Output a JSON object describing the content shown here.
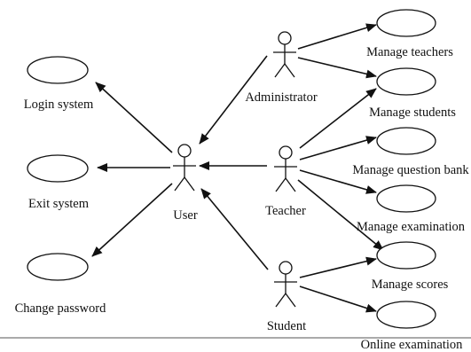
{
  "diagram": {
    "actors": {
      "user": "User",
      "administrator": "Administrator",
      "teacher": "Teacher",
      "student": "Student"
    },
    "use_cases": {
      "login": "Login system",
      "exit": "Exit system",
      "change_password": "Change password",
      "manage_teachers": "Manage teachers",
      "manage_students": "Manage students",
      "manage_question_bank": "Manage question bank",
      "manage_examination": "Manage examination",
      "manage_scores": "Manage scores",
      "online_examination": "Online examination"
    },
    "relations": [
      {
        "from": "user",
        "to": "login"
      },
      {
        "from": "user",
        "to": "exit"
      },
      {
        "from": "user",
        "to": "change_password"
      },
      {
        "from": "administrator",
        "to": "user"
      },
      {
        "from": "teacher",
        "to": "user"
      },
      {
        "from": "student",
        "to": "user"
      },
      {
        "from": "administrator",
        "to": "manage_teachers"
      },
      {
        "from": "administrator",
        "to": "manage_students"
      },
      {
        "from": "teacher",
        "to": "manage_students"
      },
      {
        "from": "teacher",
        "to": "manage_question_bank"
      },
      {
        "from": "teacher",
        "to": "manage_examination"
      },
      {
        "from": "teacher",
        "to": "manage_scores"
      },
      {
        "from": "student",
        "to": "manage_scores"
      },
      {
        "from": "student",
        "to": "online_examination"
      }
    ]
  }
}
